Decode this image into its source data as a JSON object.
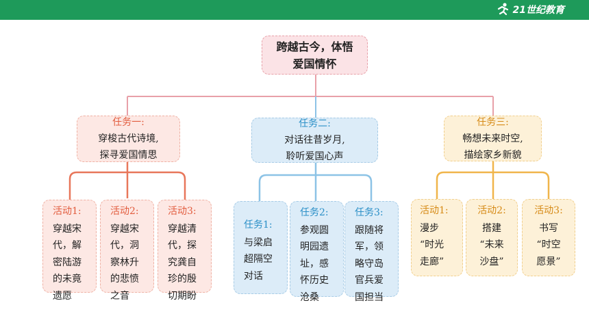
{
  "header": {
    "logo_text": "21世纪教育",
    "logo_icon": "running-person-icon",
    "bar_color": "#1e9a5a"
  },
  "root": {
    "lines": [
      "跨越古今，体悟",
      "爱国情怀"
    ]
  },
  "tasks": [
    {
      "title": "任务一:",
      "lines": [
        "穿梭古代诗境,",
        "探寻爱国情思"
      ],
      "color": "#e25c3e"
    },
    {
      "title": "任务二:",
      "lines": [
        "对话往昔岁月,",
        "聆听爱国心声"
      ],
      "color": "#2a8fc7"
    },
    {
      "title": "任务三:",
      "lines": [
        "畅想未来时空,",
        "描绘家乡新貌"
      ],
      "color": "#d68a16"
    }
  ],
  "leaves": [
    {
      "title": "活动1:",
      "lines": [
        "穿越宋",
        "代，解",
        "密陆游",
        "的未竟",
        "遗愿"
      ]
    },
    {
      "title": "活动2:",
      "lines": [
        "穿越宋",
        "代，洞",
        "察林升",
        "的悲愤",
        "之音"
      ]
    },
    {
      "title": "活动3:",
      "lines": [
        "穿越清",
        "代，探",
        "究龚自",
        "珍的殷",
        "切期盼"
      ]
    },
    {
      "title": "任务1:",
      "lines": [
        "与梁启",
        "超隔空",
        "对话"
      ]
    },
    {
      "title": "任务2:",
      "lines": [
        "参观圆",
        "明园遗",
        "址，感",
        "怀历史",
        "沧桑"
      ]
    },
    {
      "title": "任务3:",
      "lines": [
        "跟随将",
        "军，领",
        "略守岛",
        "官兵爱",
        "国担当"
      ]
    },
    {
      "title": "活动1:",
      "lines": [
        "漫步",
        "“时光",
        "走廊”"
      ]
    },
    {
      "title": "活动2:",
      "lines": [
        "搭建",
        "“未来",
        "沙盘”"
      ]
    },
    {
      "title": "活动3:",
      "lines": [
        "书写",
        "“时空",
        "愿景”"
      ]
    }
  ],
  "colors": {
    "red_line": "#e8765a",
    "blue_line": "#8cc3e6",
    "gold_line": "#f0b54a",
    "root_line": "#e8a0a8"
  }
}
